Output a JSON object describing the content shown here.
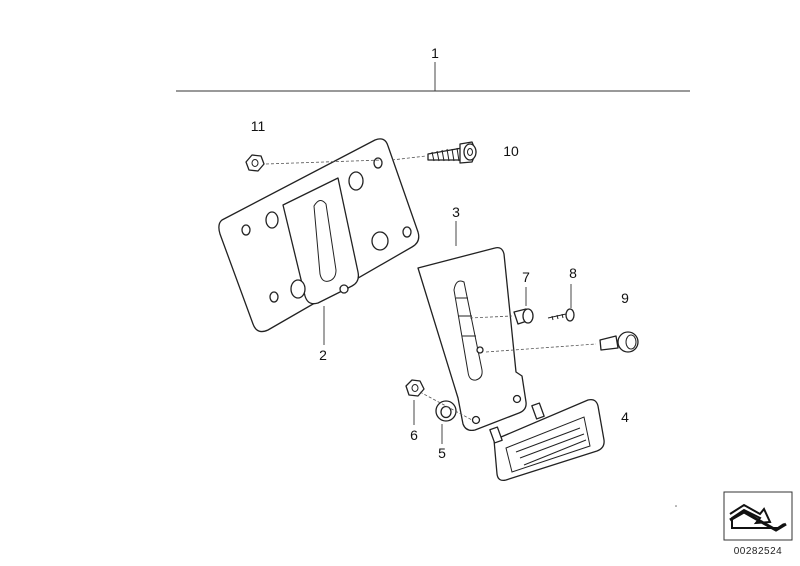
{
  "diagram": {
    "callouts": [
      {
        "id": "1",
        "label": "1"
      },
      {
        "id": "2",
        "label": "2"
      },
      {
        "id": "3",
        "label": "3"
      },
      {
        "id": "4",
        "label": "4"
      },
      {
        "id": "5",
        "label": "5"
      },
      {
        "id": "6",
        "label": "6"
      },
      {
        "id": "7",
        "label": "7"
      },
      {
        "id": "8",
        "label": "8"
      },
      {
        "id": "9",
        "label": "9"
      },
      {
        "id": "10",
        "label": "10"
      },
      {
        "id": "11",
        "label": "11"
      }
    ],
    "reference_code": "00282524",
    "icons": {
      "corner_symbol": "diagram-reference-icon"
    }
  }
}
